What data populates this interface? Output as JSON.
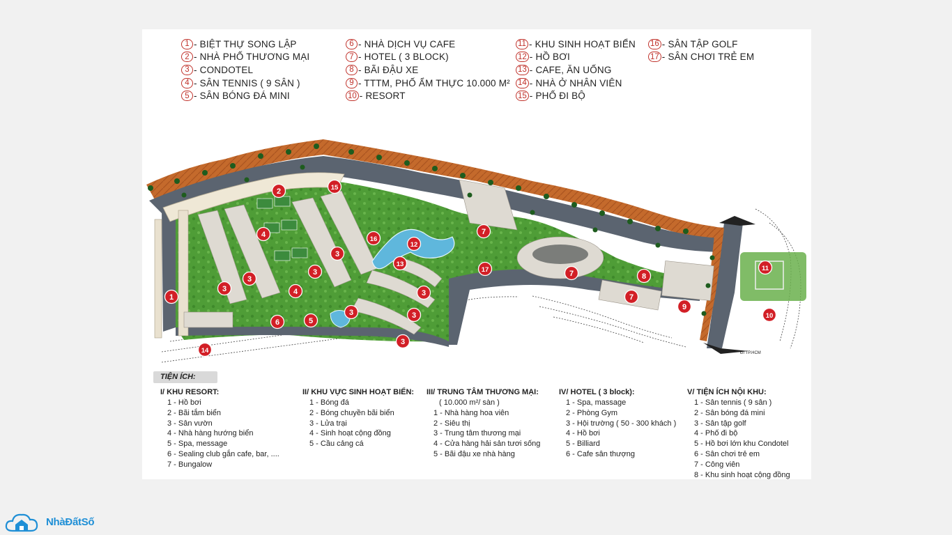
{
  "legend": [
    [
      {
        "num": "1",
        "text": "- BIỆT THỰ SONG LẬP"
      },
      {
        "num": "2",
        "text": "- NHÀ PHỐ THƯƠNG MẠI"
      },
      {
        "num": "3",
        "text": "- CONDOTEL"
      },
      {
        "num": "4",
        "text": "- SÂN TENNIS ( 9 SÂN )"
      },
      {
        "num": "5",
        "text": "- SÂN BÓNG ĐÁ MINI"
      }
    ],
    [
      {
        "num": "6",
        "text": "- NHÀ DỊCH VỤ CAFE"
      },
      {
        "num": "7",
        "text": "- HOTEL ( 3 BLOCK)"
      },
      {
        "num": "8",
        "text": "- BÃI ĐẬU XE"
      },
      {
        "num": "9",
        "text": "- TTTM, PHỐ ẨM THỰC 10.000 M²"
      },
      {
        "num": "10",
        "text": "- RESORT"
      }
    ],
    [
      {
        "num": "11",
        "text": "- KHU SINH HOẠT BIỂN"
      },
      {
        "num": "12",
        "text": "- HỒ BƠI"
      },
      {
        "num": "13",
        "text": "- CAFE, ĂN UỐNG"
      },
      {
        "num": "14",
        "text": "- NHÀ Ở NHÂN VIÊN"
      },
      {
        "num": "15",
        "text": "- PHỐ ĐI BỘ"
      }
    ],
    [
      {
        "num": "16",
        "text": "- SÂN TẬP GOLF"
      },
      {
        "num": "17",
        "text": "- SÂN CHƠI TRẺ EM"
      }
    ]
  ],
  "map": {
    "direction_label": "ĐI TP.HCM",
    "markers": [
      "2",
      "15",
      "4",
      "16",
      "12",
      "13",
      "7",
      "7",
      "8",
      "7",
      "9",
      "11",
      "10",
      "1",
      "3",
      "3",
      "3",
      "4",
      "3",
      "3",
      "3",
      "3",
      "3",
      "6",
      "5",
      "17",
      "14"
    ]
  },
  "utilities": {
    "title": "TIỆN ÍCH:",
    "columns": [
      {
        "heading": "I/ KHU RESORT:",
        "sub": "",
        "items": [
          "1 - Hồ bơi",
          "2 - Bãi tắm biển",
          "3 - Sân vườn",
          "4 - Nhà hàng hướng biển",
          "5 - Spa, message",
          "6 - Sealing club gắn cafe, bar, ....",
          "7 - Bungalow"
        ]
      },
      {
        "heading": "II/ KHU VỰC SINH HOẠT BIỂN:",
        "sub": "",
        "items": [
          "1 - Bóng đá",
          "2 - Bóng chuyền bãi biển",
          "3 - Lửa trại",
          "4 - Sinh hoạt cộng đồng",
          "5 - Cầu cảng cá"
        ]
      },
      {
        "heading": "III/ TRUNG TÂM THƯƠNG MẠI:",
        "sub": "( 10.000 m²/ sàn )",
        "items": [
          "1 - Nhà hàng hoa viên",
          "2 - Siêu thị",
          "3 - Trung tâm thương mại",
          "4 - Cửa hàng hải sản tươi sống",
          "5 - Bãi đậu xe nhà hàng"
        ]
      },
      {
        "heading": "IV/ HOTEL ( 3 block):",
        "sub": "",
        "items": [
          "1 - Spa, massage",
          "2 - Phòng Gym",
          "3 - Hội trường ( 50 - 300 khách )",
          "4 - Hồ bơi",
          "5 - Billiard",
          "6 - Cafe sân thượng"
        ]
      },
      {
        "heading": "V/ TIỆN ÍCH NỘI KHU:",
        "sub": "",
        "items": [
          "1 - Sân tennis ( 9 sân )",
          "2 - Sân bóng đá mini",
          "3 - Sân tập golf",
          "4 - Phố đi bộ",
          "5 - Hồ bơi lớn khu Condotel",
          "6 - Sân chơi trẻ em",
          "7 - Công viên",
          "8 - Khu sinh hoạt cộng đồng"
        ]
      }
    ]
  },
  "brand": {
    "name": "NhàĐấtSố",
    "icon": "house-cloud-icon"
  },
  "colors": {
    "marker": "#d21f26",
    "road": "#5b6470",
    "walkway": "#c4682a",
    "grass": "#4c9a35",
    "building": "#dedad2",
    "pool": "#5fb7dc"
  }
}
